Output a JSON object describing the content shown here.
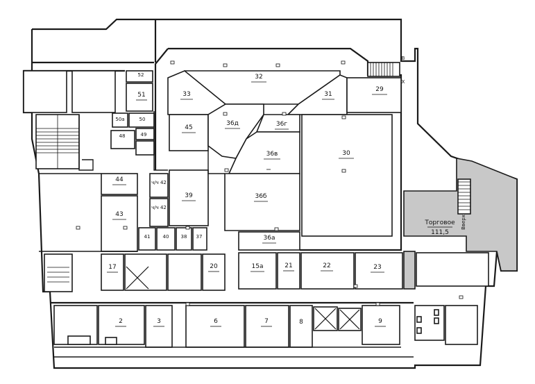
{
  "rooms": {
    "r52": "52",
    "r51": "51",
    "r50a": "50а",
    "r50": "50",
    "r49": "49",
    "r48": "48",
    "r33": "33",
    "r32": "32",
    "r31": "31",
    "r29": "29",
    "r45": "45",
    "r36d": "36д",
    "r36g": "36г",
    "r36v": "36в",
    "r30": "30",
    "r44": "44",
    "r42a": "ч/ч 42",
    "r42b": "ч/ч 42",
    "r39": "39",
    "r36b": "36б",
    "r43": "43",
    "r41": "41",
    "r40": "40",
    "r38": "38",
    "r37": "37",
    "r36a": "36а",
    "r17": "17",
    "r20": "20",
    "r15a": "15а",
    "r21": "21",
    "r22": "22",
    "r23": "23",
    "r2": "2",
    "r3": "3",
    "r6": "6",
    "r7": "7",
    "r8": "8",
    "r9": "9"
  },
  "highlight": {
    "name": "Торговое",
    "area": "111,5",
    "stairs_up": "Вверх"
  },
  "stair_marks": {
    "top": "В",
    "bottom": "Х"
  },
  "colors": {
    "highlight_fill": "#c8c8c8",
    "walls": "#1a1a1a"
  }
}
